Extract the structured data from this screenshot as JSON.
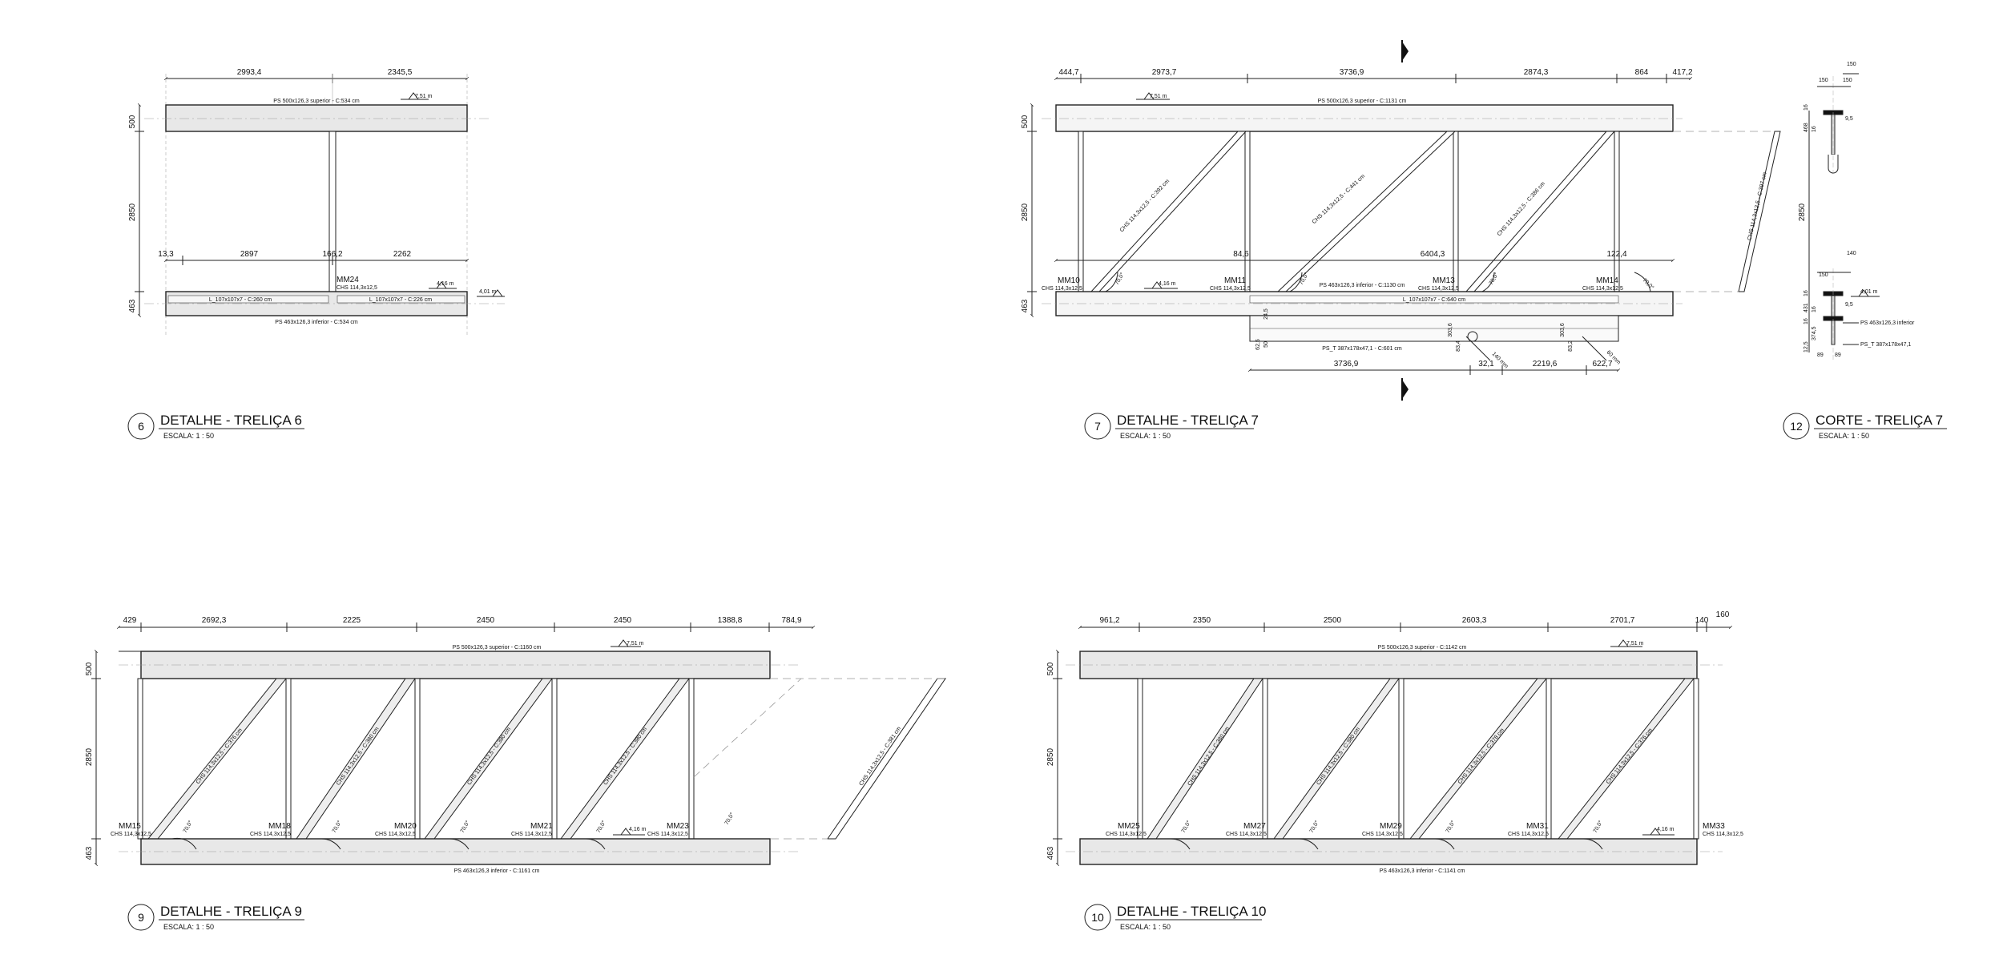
{
  "titles": {
    "t6": {
      "num": "6",
      "text": "DETALHE - TRELIÇA 6",
      "scale": "ESCALA:  1 : 50"
    },
    "t7": {
      "num": "7",
      "text": "DETALHE - TRELIÇA 7",
      "scale": "ESCALA:  1 : 50"
    },
    "t12": {
      "num": "12",
      "text": "CORTE - TRELIÇA 7",
      "scale": "ESCALA:  1 : 50"
    },
    "t9": {
      "num": "9",
      "text": "DETALHE - TRELIÇA 9",
      "scale": "ESCALA:  1 : 50"
    },
    "t10": {
      "num": "10",
      "text": "DETALHE - TRELIÇA 10",
      "scale": "ESCALA:  1 : 50"
    }
  },
  "truss6": {
    "dims_top": [
      "2993,4",
      "2345,5"
    ],
    "dims_mid": [
      "13,3",
      "2897",
      "166,2",
      "2262"
    ],
    "dims_left": [
      "500",
      "2850",
      "463"
    ],
    "top_chord": "PS 500x126,3 superior - C:534 cm",
    "bottom_chord": "PS 463x126,3 inferior - C:534 cm",
    "angle_left": "L_107x107x7 - C:260 cm",
    "angle_right": "L_107x107x7 - C:226 cm",
    "mm": "MM24",
    "mm_spec": "CHS 114,3x12,5",
    "elev_top": "7,51 m",
    "elev_bottom": "4,16 m",
    "elev_side": "4,01 m"
  },
  "truss7": {
    "dims_top": [
      "444,7",
      "2973,7",
      "3736,9",
      "2874,3",
      "864",
      "417,2"
    ],
    "dims_left": [
      "500",
      "2850",
      "463"
    ],
    "dims_mid": [
      "84,6",
      "6404,3",
      "122,4"
    ],
    "top_chord": "PS 500x126,3 superior - C:1131 cm",
    "bottom_chord": "PS 463x126,3 inferior - C:1130 cm",
    "angle": "L_107x107x7 - C:640 cm",
    "tee": "PS_T 387x178x47,1 - C:601 cm",
    "diag1": "CHS 114,3x12,5 - C:392 cm",
    "diag2": "CHS 114,3x12,5 - C:441 cm",
    "diag3": "CHS 114,3x12,5 - C:386 cm",
    "diag_out": "CHS 114,3x12,5 - C:397 cm",
    "mm": [
      "MM10",
      "MM11",
      "MM13",
      "MM14"
    ],
    "mm_spec": "CHS 114,3x12,5",
    "elev_top": "7,51 m",
    "elev_bottom": "4,16 m",
    "dims_lower": [
      "24,5",
      "62,5",
      "50",
      "303,6",
      "83,4",
      "303,6",
      "83,2"
    ],
    "dims_bottom": [
      "3736,9",
      "32,1",
      "2219,6",
      "622,7"
    ],
    "radius": [
      "140 mm",
      "60 mm"
    ]
  },
  "section12": {
    "dims": [
      "150",
      "150",
      "150",
      "16",
      "468",
      "16",
      "9,5",
      "2850",
      "140",
      "150",
      "16",
      "431",
      "16",
      "9,5",
      "16",
      "374,5",
      "12,5",
      "89",
      "89"
    ],
    "elev": "4,01 m",
    "bottom_chord": "PS 463x126,3 inferior",
    "tee": "PS_T 387x178x47,1"
  },
  "truss9": {
    "dims_top": [
      "429",
      "2692,3",
      "2225",
      "2450",
      "2450",
      "1388,8",
      "784,9"
    ],
    "dims_left": [
      "500",
      "2850",
      "463"
    ],
    "top_chord": "PS 500x126,3 superior - C:1160 cm",
    "bottom_chord": "PS 463x126,3 inferior - C:1161 cm",
    "diags": [
      "CHS 114,3x12,5 - C:376 cm",
      "CHS 114,3x12,5 - C:380 cm",
      "CHS 114,3x12,5 - C:380 cm",
      "CHS 114,3x12,5 - C:380 cm"
    ],
    "diag_out": "CHS 114,3x12,5 - C:381 cm",
    "mm": [
      "MM15",
      "MM18",
      "MM20",
      "MM21",
      "MM23"
    ],
    "mm_spec": "CHS 114,3x12,5",
    "elev_top": "7,51 m",
    "elev_bottom": "4,16 m"
  },
  "truss10": {
    "dims_top": [
      "961,2",
      "2350",
      "2500",
      "2603,3",
      "2701,7",
      "140",
      "160"
    ],
    "dims_left": [
      "500",
      "2850",
      "463"
    ],
    "top_chord": "PS 500x126,3 superior - C:1142 cm",
    "bottom_chord": "PS 463x126,3 inferior - C:1141 cm",
    "diags": [
      "CHS 114,3x12,5 - C:380 cm",
      "CHS 114,3x12,5 - C:380 cm",
      "CHS 114,3x12,5 - C:378 cm",
      "CHS 114,3x12,5 - C:376 cm"
    ],
    "mm": [
      "MM25",
      "MM27",
      "MM29",
      "MM31",
      "MM33"
    ],
    "mm_spec": "CHS 114,3x12,5",
    "elev_top": "7,51 m",
    "elev_bottom": "4,16 m"
  },
  "angle_note": "70,0°"
}
